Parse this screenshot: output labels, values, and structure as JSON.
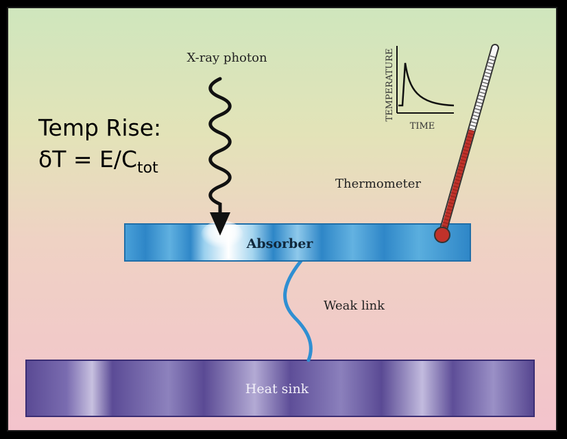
{
  "labels": {
    "photon": "X-ray photon",
    "absorber": "Absorber",
    "thermometer": "Thermometer",
    "weak_link": "Weak link",
    "heat_sink": "Heat sink",
    "inset_y_axis": "TEMPERATURE",
    "inset_x_axis": "TIME"
  },
  "equation": {
    "line1": "Temp Rise:",
    "lhs": "δT = E/C",
    "subscript": "tot"
  },
  "colors": {
    "absorber": "#3a93cf",
    "heat_sink": "#5e4e98",
    "thermometer": "#c0322a",
    "weak_link": "#2f8fd2"
  }
}
